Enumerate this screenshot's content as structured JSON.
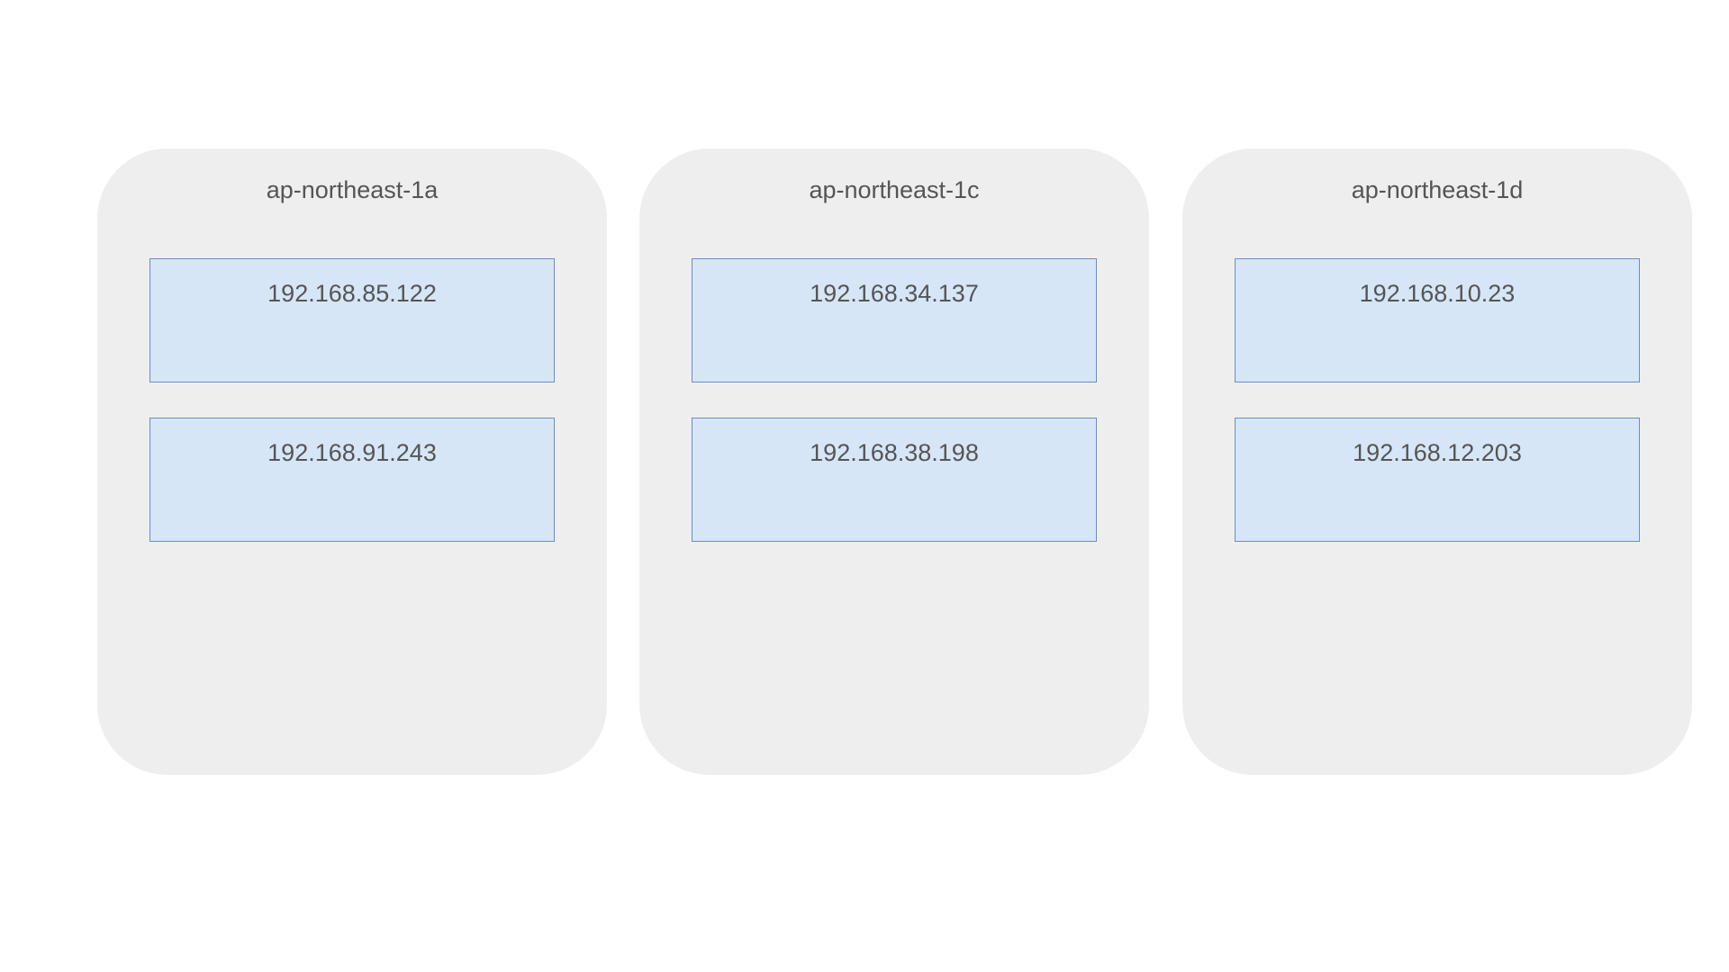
{
  "zones": [
    {
      "name": "ap-northeast-1a",
      "subnets": [
        "192.168.85.122",
        "192.168.91.243"
      ]
    },
    {
      "name": "ap-northeast-1c",
      "subnets": [
        "192.168.34.137",
        "192.168.38.198"
      ]
    },
    {
      "name": "ap-northeast-1d",
      "subnets": [
        "192.168.10.23",
        "192.168.12.203"
      ]
    }
  ],
  "colors": {
    "background": "#ffffff",
    "zone_fill": "#eeeeee",
    "subnet_fill": "#d6e6f6",
    "subnet_border": "#6c8ebf",
    "text": "#555555"
  }
}
